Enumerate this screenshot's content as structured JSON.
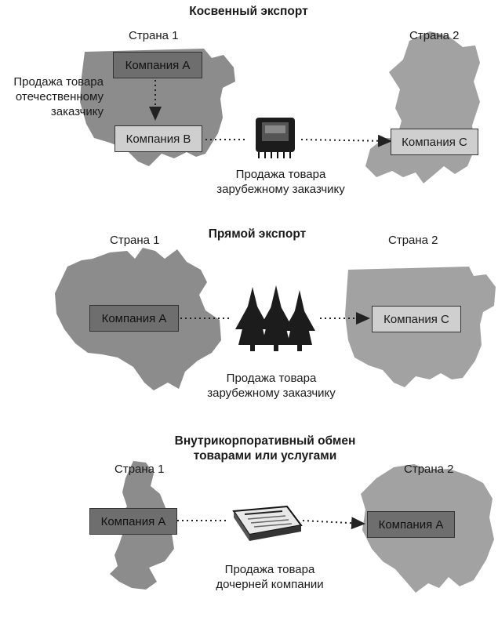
{
  "indirect": {
    "title": "Косвенный экспорт",
    "country1": "Страна 1",
    "country2": "Страна 2",
    "company_a": "Компания А",
    "company_b": "Компания В",
    "company_c": "Компания С",
    "domestic_sale": [
      "Продажа товара",
      "отечественному",
      "заказчику"
    ],
    "foreign_sale": [
      "Продажа товара",
      "зарубежному заказчику"
    ],
    "goods_icon": "microchip-icon"
  },
  "direct": {
    "title": "Прямой экспорт",
    "country1": "Страна 1",
    "country2": "Страна 2",
    "company_a": "Компания А",
    "company_c": "Компания С",
    "foreign_sale": [
      "Продажа товара",
      "зарубежному заказчику"
    ],
    "goods_icon": "pine-trees-icon"
  },
  "intracorporate": {
    "title": [
      "Внутрикорпоративный обмен",
      "товарами или услугами"
    ],
    "country1": "Страна 1",
    "country2": "Страна 2",
    "company_a1": "Компания А",
    "company_a2": "Компания А",
    "subsidiary_sale": [
      "Продажа товара",
      "дочерней компании"
    ],
    "goods_icon": "newspaper-icon"
  }
}
